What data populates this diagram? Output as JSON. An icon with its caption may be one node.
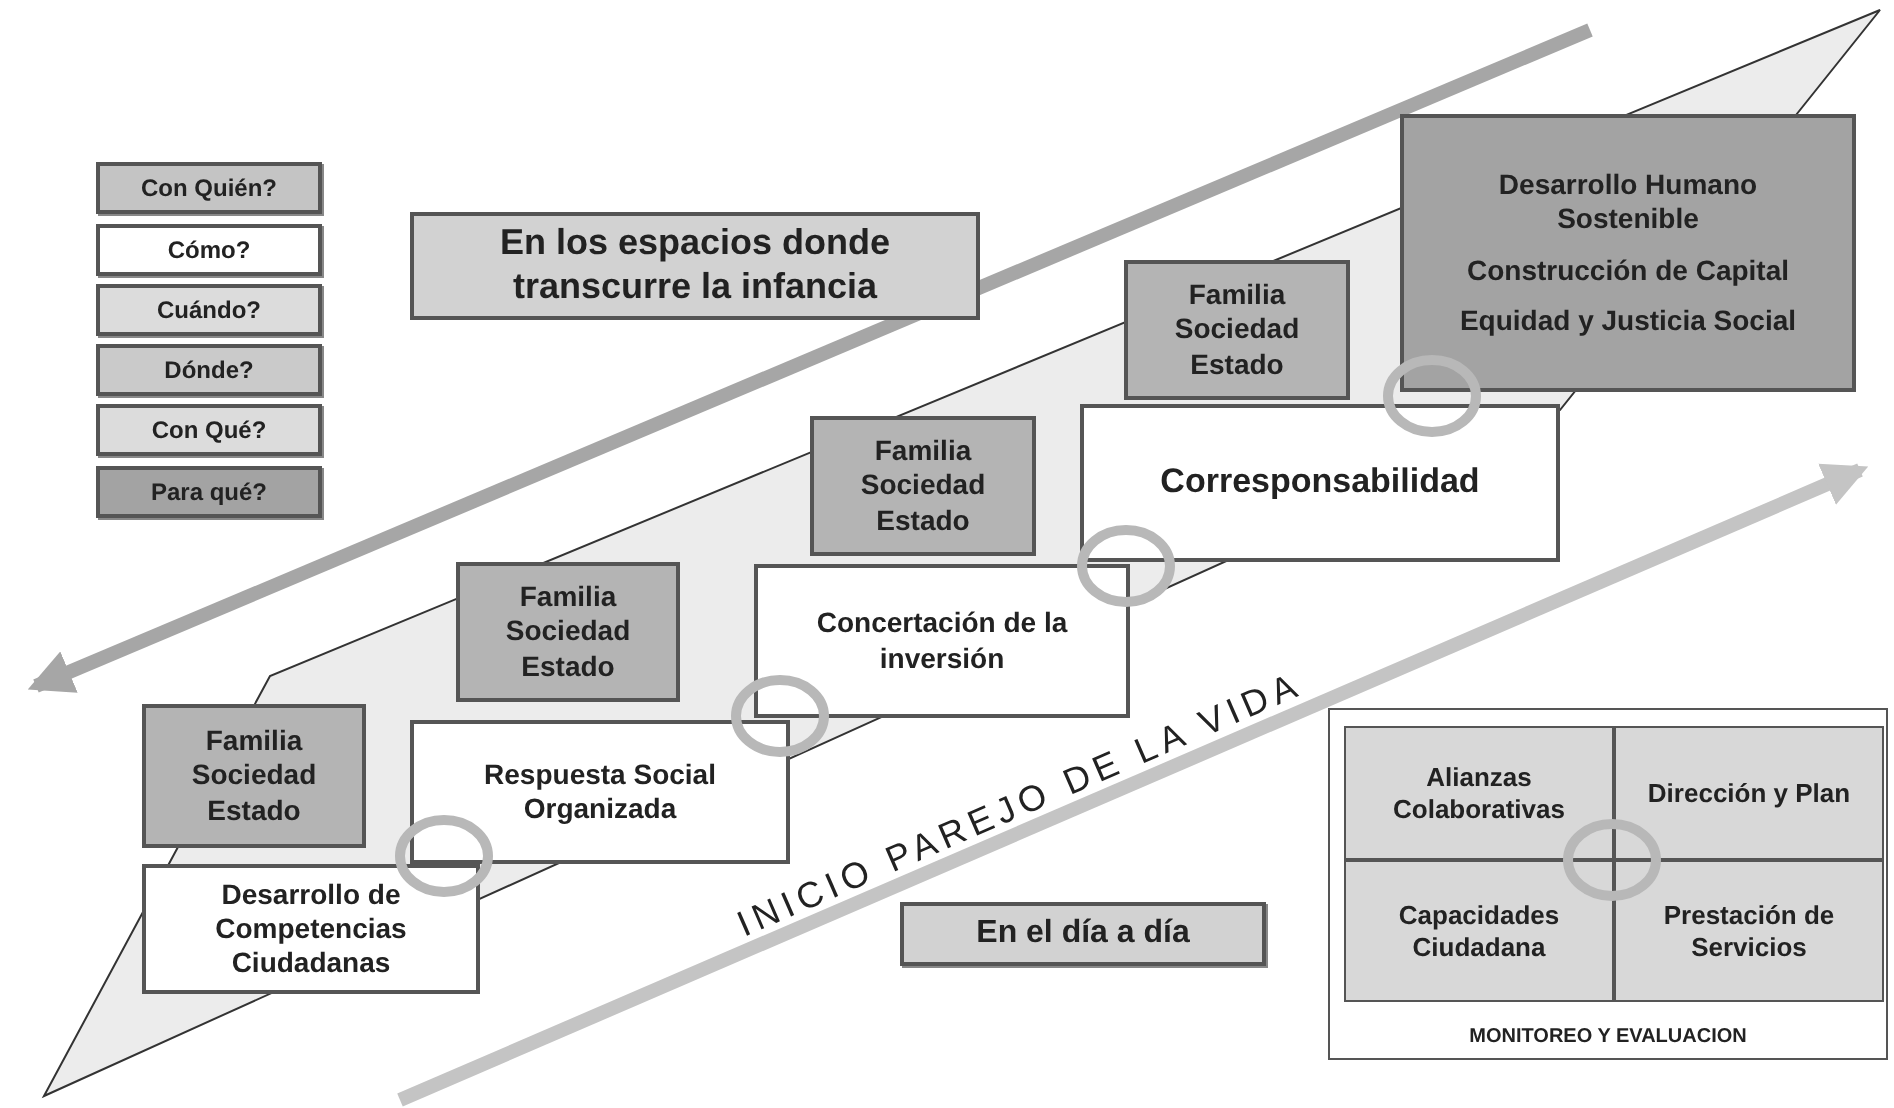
{
  "diagram": {
    "nodes": [
      {
        "text": [
          "Con Quién?"
        ]
      },
      {
        "text": [
          "Cómo?"
        ]
      },
      {
        "text": [
          "Cuándo?"
        ]
      },
      {
        "text": [
          "Dónde?"
        ]
      },
      {
        "text": [
          "Con Qué?"
        ]
      },
      {
        "text": [
          "Para qué?"
        ]
      },
      {
        "text": [
          "En los espacios donde transcurre la infancia"
        ]
      },
      {
        "text": [
          "Familia Sociedad Estado"
        ]
      },
      {
        "text": [
          "Desarrollo de Competencias Ciudadanas"
        ]
      },
      {
        "text": [
          "Familia Sociedad Estado"
        ]
      },
      {
        "text": [
          "Respuesta Social Organizada"
        ]
      },
      {
        "text": [
          "Familia Sociedad Estado"
        ]
      },
      {
        "text": [
          "Concertación de la inversión"
        ]
      },
      {
        "text": [
          "Familia Sociedad Estado"
        ]
      },
      {
        "text": [
          "Corresponsabilidad"
        ]
      },
      {
        "text": [
          "Desarrollo Humano Sostenible",
          "Construcción de Capital",
          "Equidad y Justicia Social"
        ]
      },
      {
        "text": [
          "En el día a día"
        ]
      },
      {
        "text": [
          "MONITOREO Y EVALUACION"
        ]
      },
      {
        "text": [
          "Alianzas Colaborativas"
        ],
        "in": 17
      },
      {
        "text": [
          "Dirección y Plan"
        ],
        "in": 17
      },
      {
        "text": [
          "Capacidades Ciudadana"
        ],
        "in": 17
      },
      {
        "text": [
          "Prestación de Servicios"
        ],
        "in": 17
      }
    ],
    "labels": [
      "INICIO PAREJO DE LA VIDA"
    ]
  }
}
